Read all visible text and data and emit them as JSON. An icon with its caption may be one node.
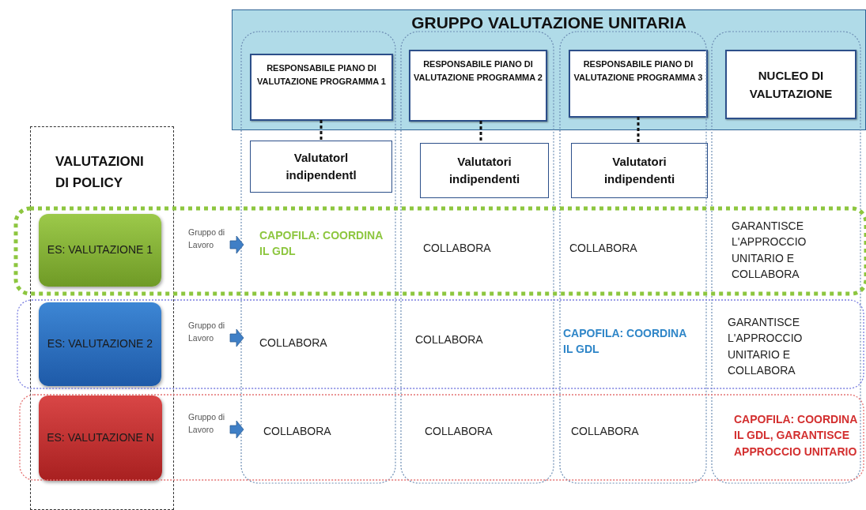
{
  "diagram": {
    "nodes": [
      {
        "text": [
          "GRUPPO VALUTAZIONE UNITARIA"
        ]
      },
      {
        "text": [
          "RESPONSABILE PIANO DI VALUTAZIONE PROGRAMMA 1"
        ],
        "in": 0
      },
      {
        "text": [
          "RESPONSABILE PIANO DI VALUTAZIONE PROGRAMMA 2"
        ],
        "in": 0
      },
      {
        "text": [
          "RESPONSABILE PIANO DI VALUTAZIONE PROGRAMMA 3"
        ],
        "in": 0
      },
      {
        "text": [
          "NUCLEO DI VALUTAZIONE"
        ],
        "in": 0
      },
      {
        "text": [
          "Valutatorl indipendentl"
        ]
      },
      {
        "text": [
          "Valutatori indipendenti"
        ]
      },
      {
        "text": [
          "Valutatori indipendenti"
        ]
      },
      {
        "text": [
          "VALUTAZIONI DI POLICY"
        ]
      },
      {
        "text": [
          "ES: VALUTAZIONE 1"
        ],
        "in": 8
      },
      {
        "text": [
          "ES: VALUTAZIONE 2"
        ],
        "in": 8
      },
      {
        "text": [
          "ES: VALUTAZIONE N"
        ],
        "in": 8
      }
    ],
    "edges": [
      {
        "from": 1,
        "to": 5,
        "arrow": "none",
        "style": "dashed"
      },
      {
        "from": 2,
        "to": 6,
        "arrow": "none",
        "style": "dashed"
      },
      {
        "from": 3,
        "to": 7,
        "arrow": "none",
        "style": "dashed"
      }
    ],
    "labels": [
      "Gruppo di Lavoro",
      "CAPOFILA: COORDINA IL GDL",
      "COLLABORA",
      "COLLABORA",
      "GARANTISCE L'APPROCCIO UNITARIO E COLLABORA",
      "Gruppo di Lavoro",
      "COLLABORA",
      "COLLABORA",
      "CAPOFILA: COORDINA IL GDL",
      "GARANTISCE L'APPROCCIO UNITARIO E COLLABORA",
      "Gruppo di Lavoro",
      "COLLABORA",
      "COLLABORA",
      "COLLABORA",
      "CAPOFILA: COORDINA IL GDL, GARANTISCE APPROCCIO UNITARIO"
    ]
  }
}
